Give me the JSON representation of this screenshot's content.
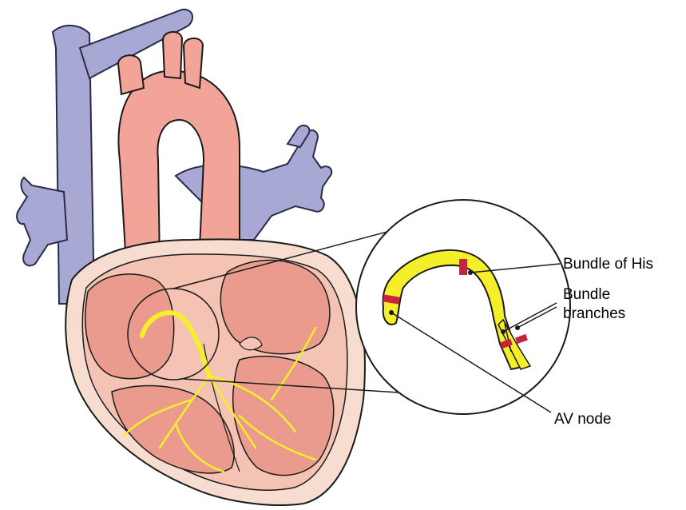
{
  "labels": {
    "bundle_of_his": "Bundle of His",
    "bundle_branches_line1": "Bundle",
    "bundle_branches_line2": "branches",
    "av_node": "AV node"
  },
  "colors": {
    "vein_fill": "#a7a8d3",
    "vein_stroke": "#2a2a4a",
    "aorta_fill": "#f1a497",
    "myocardium_fill": "#f4c3b4",
    "pericardium_fill": "#f7ddd0",
    "chamber_fill": "#eb9a8e",
    "conduction_yellow": "#f5ef2a",
    "node_red": "#c8233c",
    "outline": "#1a1a1a"
  }
}
